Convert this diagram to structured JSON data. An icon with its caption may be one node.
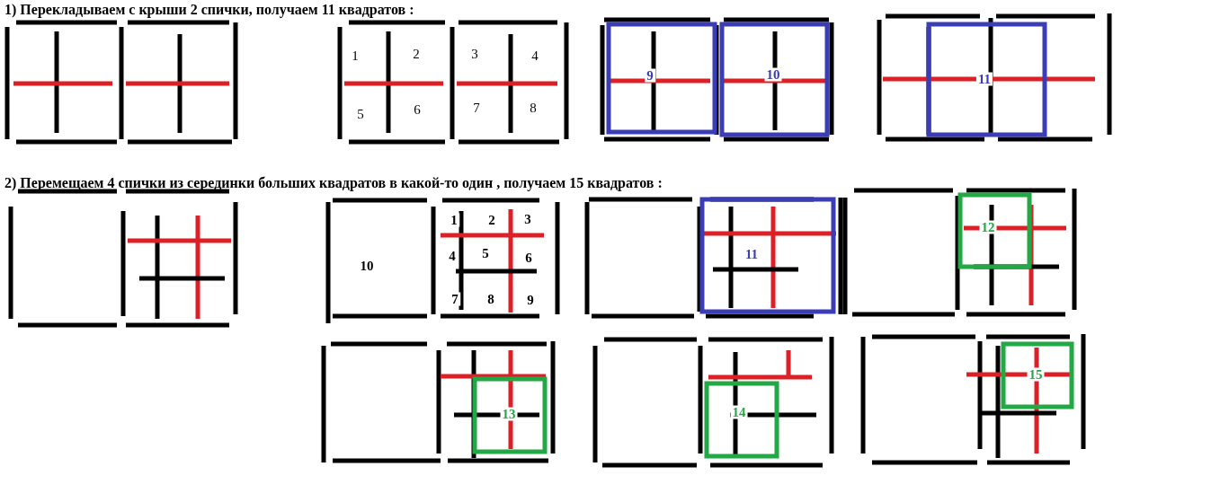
{
  "diagram": {
    "labels": [
      "1) Перекладываем  с крыши  2  спички,  получаем  11  квадратов :",
      "1",
      "2",
      "3",
      "4",
      "5",
      "6",
      "7",
      "8",
      "9",
      "10",
      "11",
      "2)  Перемещаем 4 спички   из серединки больших квадратов в какой-то один , получаем  15  квадратов :",
      "10",
      "1",
      "2",
      "3",
      "4",
      "5",
      "6",
      "7",
      "8",
      "9",
      "11",
      "12",
      "13",
      "14",
      "15"
    ]
  }
}
